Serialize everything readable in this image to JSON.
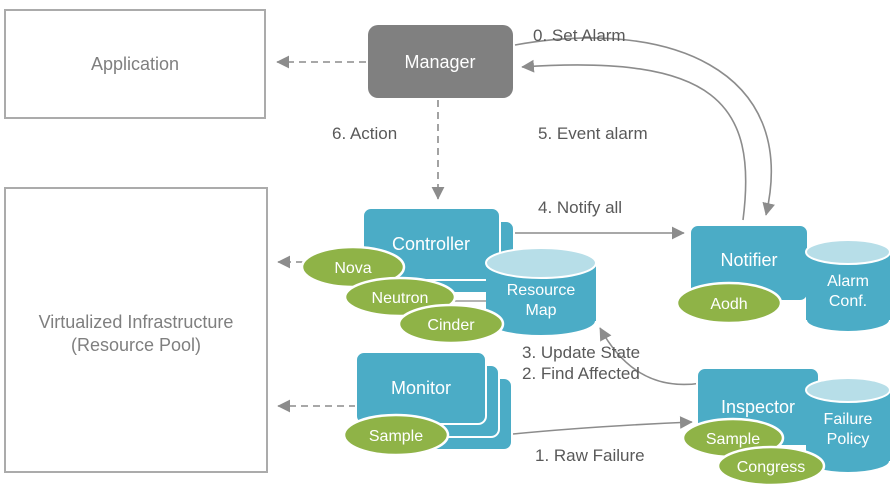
{
  "colors": {
    "teal": "#4bacc6",
    "teal_light": "#b7dee8",
    "green": "#8fb347",
    "manager_gray": "#808080",
    "label_gray": "#595959",
    "box_border_gray": "#ababab",
    "arrow_gray": "#8c8c8c"
  },
  "nodes": {
    "application": {
      "label": "Application"
    },
    "virtualized_infrastructure": {
      "line1": "Virtualized  Infrastructure",
      "line2": "(Resource Pool)"
    },
    "manager": {
      "label": "Manager"
    },
    "controller": {
      "label": "Controller"
    },
    "monitor": {
      "label": "Monitor"
    },
    "notifier": {
      "label": "Notifier"
    },
    "inspector": {
      "label": "Inspector"
    },
    "resource_map": {
      "line1": "Resource",
      "line2": "Map"
    },
    "alarm_conf": {
      "line1": "Alarm",
      "line2": "Conf."
    },
    "failure_policy": {
      "line1": "Failure",
      "line2": "Policy"
    }
  },
  "components": {
    "nova": {
      "label": "Nova"
    },
    "neutron": {
      "label": "Neutron"
    },
    "cinder": {
      "label": "Cinder"
    },
    "aodh": {
      "label": "Aodh"
    },
    "monitor_sample": {
      "label": "Sample"
    },
    "inspector_sample": {
      "label": "Sample"
    },
    "congress": {
      "label": "Congress"
    }
  },
  "steps": {
    "set_alarm": "0. Set Alarm",
    "raw_failure": "1. Raw Failure",
    "find_affected": "2. Find Affected",
    "update_state": "3. Update State",
    "notify_all": "4. Notify all",
    "event_alarm": "5. Event alarm",
    "action": "6. Action"
  }
}
